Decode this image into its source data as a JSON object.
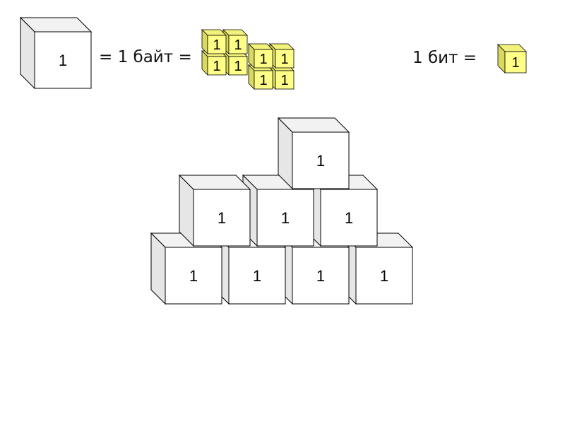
{
  "equation": {
    "byte_text": "= 1 байт =",
    "bit_text": "1 бит ="
  },
  "cube_label": "1",
  "colors": {
    "white_front": "#ffffff",
    "white_side": "#e6e6e6",
    "white_top": "#f2f2f2",
    "yellow_front": "#ffff88",
    "yellow_side": "#d9d95e",
    "yellow_top": "#f2f27a",
    "stroke": "#000000"
  },
  "pyramid": {
    "rows": [
      1,
      3,
      4
    ]
  }
}
